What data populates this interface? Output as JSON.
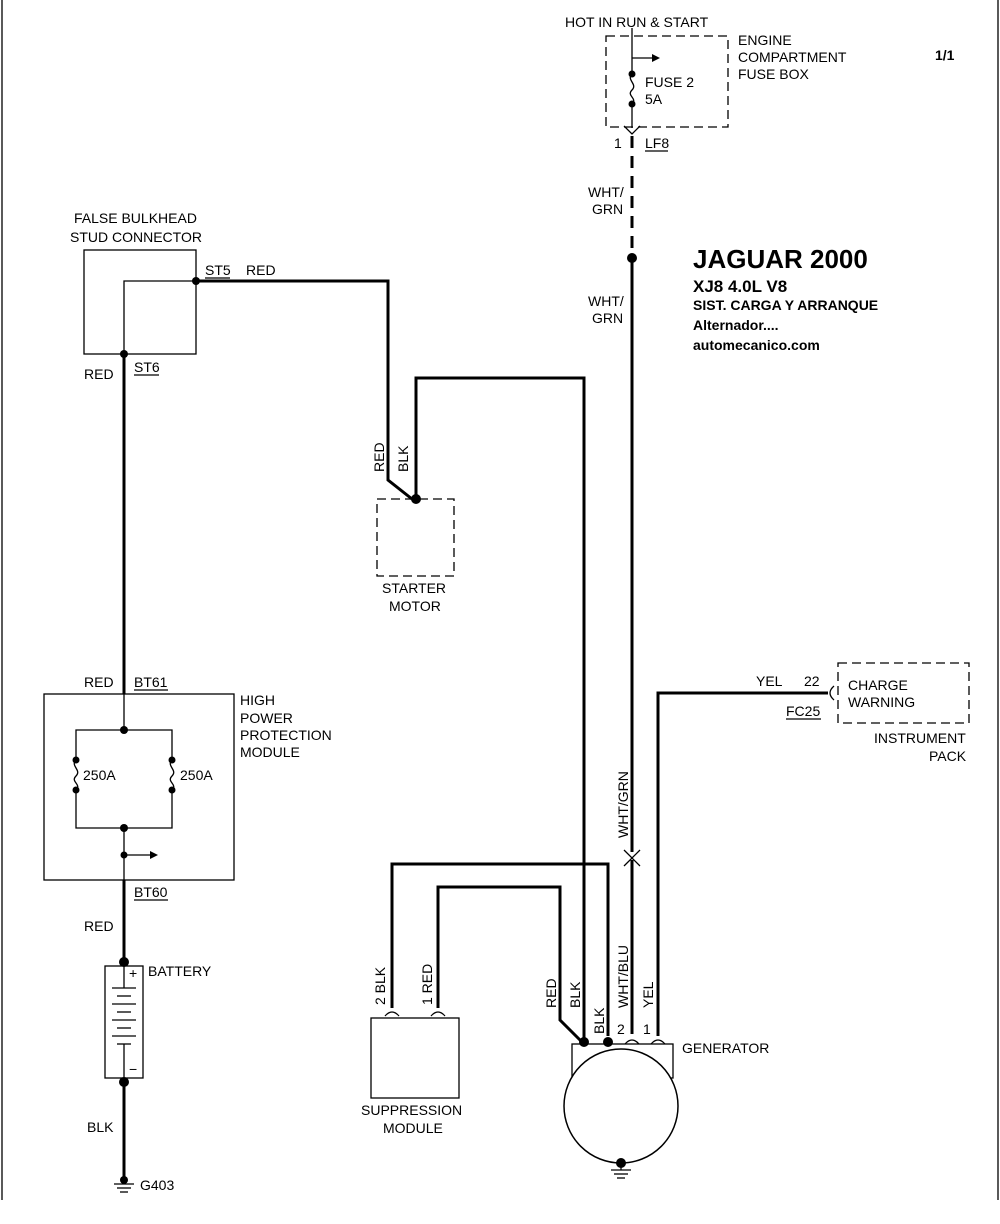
{
  "page_number": "1/1",
  "header": {
    "title": "JAGUAR 2000",
    "model": "XJ8  4.0L  V8",
    "system": "SIST. CARGA Y ARRANQUE",
    "component": "Alternador....",
    "site": "automecanico.com"
  },
  "fuse_box": {
    "supply": "HOT IN RUN & START",
    "name_line1": "ENGINE",
    "name_line2": "COMPARTMENT",
    "name_line3": "FUSE BOX",
    "fuse": "FUSE 2",
    "rating": "5A",
    "pin": "1",
    "connector": "LF8"
  },
  "wires": {
    "wht_grn_top_1": "WHT/",
    "wht_grn_top_2": "GRN",
    "wht_grn_mid_1": "WHT/",
    "wht_grn_mid_2": "GRN",
    "wht_grn_vertical": "WHT/GRN",
    "red_st5": "RED",
    "red_st6": "RED",
    "red_starter": "RED",
    "blk_starter": "BLK",
    "red_bt61": "RED",
    "red_bt60": "RED",
    "blk_ground": "BLK",
    "yel_charge": "YEL",
    "gen_red": "RED",
    "gen_blk1": "BLK",
    "gen_blk2": "BLK",
    "gen_wht_blu": "WHT/BLU",
    "gen_yel": "YEL",
    "supp_2_blk": "2 BLK",
    "supp_1_red": "1 RED"
  },
  "bulkhead": {
    "name_line1": "FALSE BULKHEAD",
    "name_line2": "STUD CONNECTOR",
    "st5": "ST5",
    "st6": "ST6"
  },
  "starter": {
    "line1": "STARTER",
    "line2": "MOTOR"
  },
  "protection_module": {
    "line1": "HIGH",
    "line2": "POWER",
    "line3": "PROTECTION",
    "line4": "MODULE",
    "bt61": "BT61",
    "bt60": "BT60",
    "fuse_left": "250A",
    "fuse_right": "250A"
  },
  "battery": {
    "label": "BATTERY",
    "plus": "+",
    "minus": "−"
  },
  "ground": {
    "label": "G403"
  },
  "instrument": {
    "pin": "22",
    "connector": "FC25",
    "line1": "CHARGE",
    "line2": "WARNING",
    "pack1": "INSTRUMENT",
    "pack2": "PACK"
  },
  "generator": {
    "label": "GENERATOR",
    "pin2": "2",
    "pin1": "1"
  },
  "suppression": {
    "line1": "SUPPRESSION",
    "line2": "MODULE"
  }
}
